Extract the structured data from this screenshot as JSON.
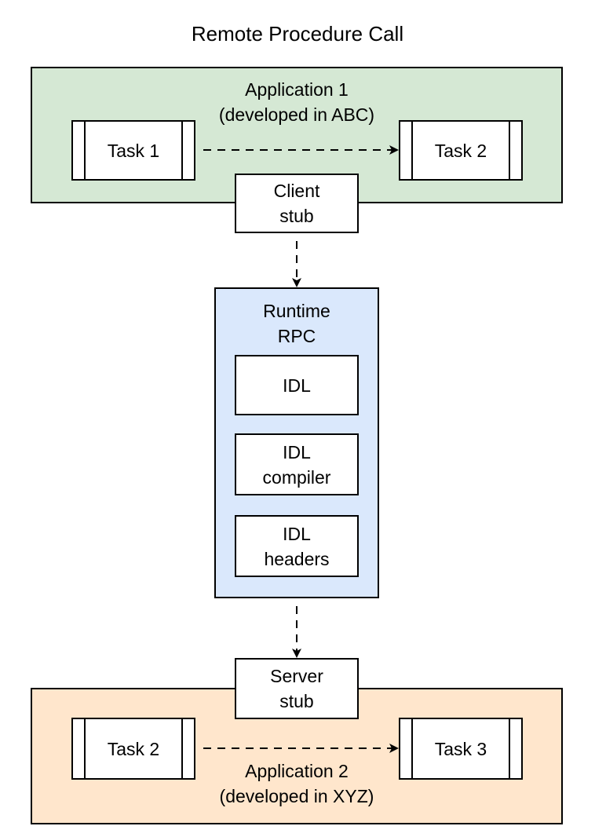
{
  "title": "Remote Procedure Call",
  "application1": {
    "label": "Application 1\n(developed in ABC)",
    "task_a": "Task 1",
    "task_b": "Task 2",
    "stub": "Client\nstub"
  },
  "runtime": {
    "label": "Runtime\nRPC",
    "items": [
      "IDL",
      "IDL\ncompiler",
      "IDL\nheaders"
    ]
  },
  "application2": {
    "label": "Application 2\n(developed in XYZ)",
    "task_a": "Task 2",
    "task_b": "Task 3",
    "stub": "Server\nstub"
  },
  "colors": {
    "application1_fill": "#d5e8d4",
    "runtime_fill": "#dae8fc",
    "application2_fill": "#ffe6cc",
    "box_fill": "#ffffff",
    "stroke": "#000000"
  }
}
